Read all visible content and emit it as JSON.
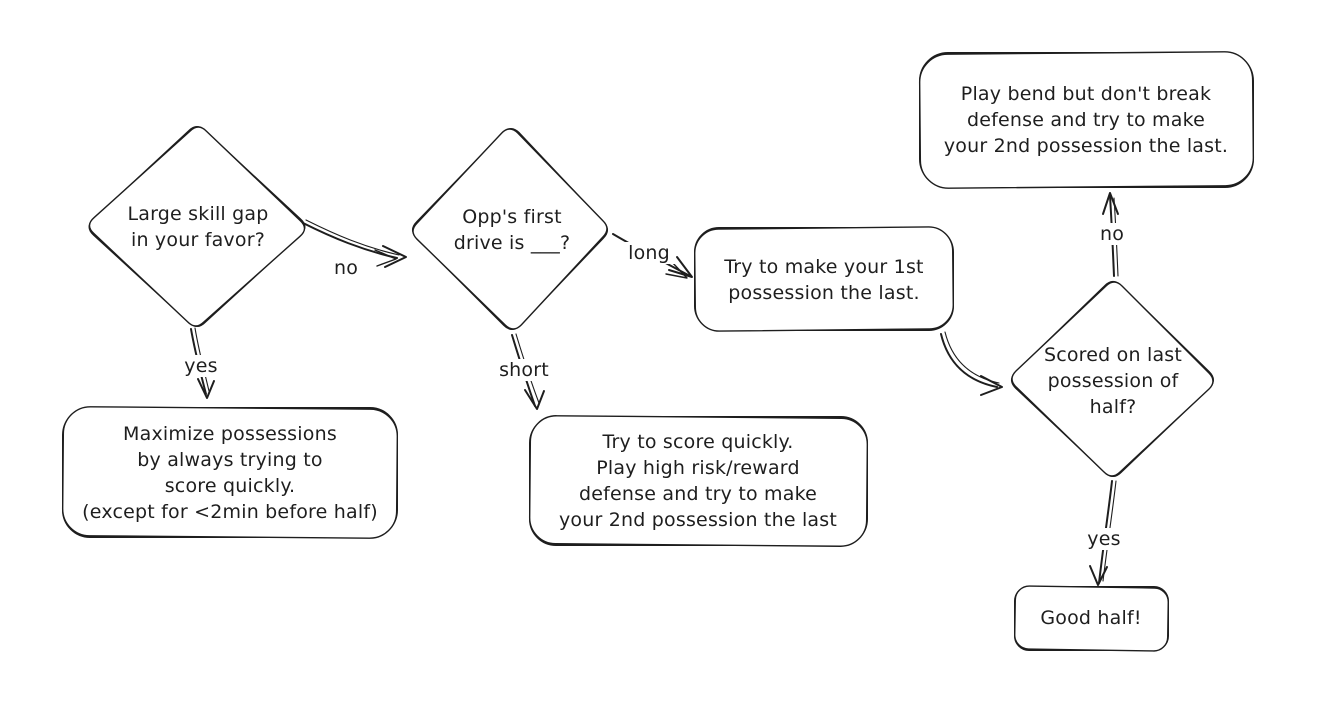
{
  "colors": {
    "stroke": "#1e1e1e",
    "background": "#ffffff"
  },
  "nodes": {
    "skill_gap": {
      "type": "decision",
      "text": "Large skill gap\nin your favor?"
    },
    "maximize_possessions": {
      "type": "process",
      "text": "Maximize possessions\nby always trying to\nscore quickly.\n(except for <2min before half)"
    },
    "opp_first_drive": {
      "type": "decision",
      "text": "Opp's first\ndrive is ___?"
    },
    "first_possession_last": {
      "type": "process",
      "text": "Try to make your 1st\npossession the last."
    },
    "score_quickly_high_risk": {
      "type": "process",
      "text": "Try to score quickly.\nPlay high risk/reward\ndefense and try to make\nyour 2nd possession the last"
    },
    "bend_dont_break": {
      "type": "process",
      "text": "Play bend but don't break\ndefense and try to make\nyour 2nd possession the last."
    },
    "scored_last_possession": {
      "type": "decision",
      "text": "Scored on last\npossession of\nhalf?"
    },
    "good_half": {
      "type": "terminal",
      "text": "Good half!"
    }
  },
  "edges": {
    "skill_gap_yes": {
      "label": "yes"
    },
    "skill_gap_no": {
      "label": "no"
    },
    "drive_long": {
      "label": "long"
    },
    "drive_short": {
      "label": "short"
    },
    "scored_no": {
      "label": "no"
    },
    "scored_yes": {
      "label": "yes"
    }
  }
}
